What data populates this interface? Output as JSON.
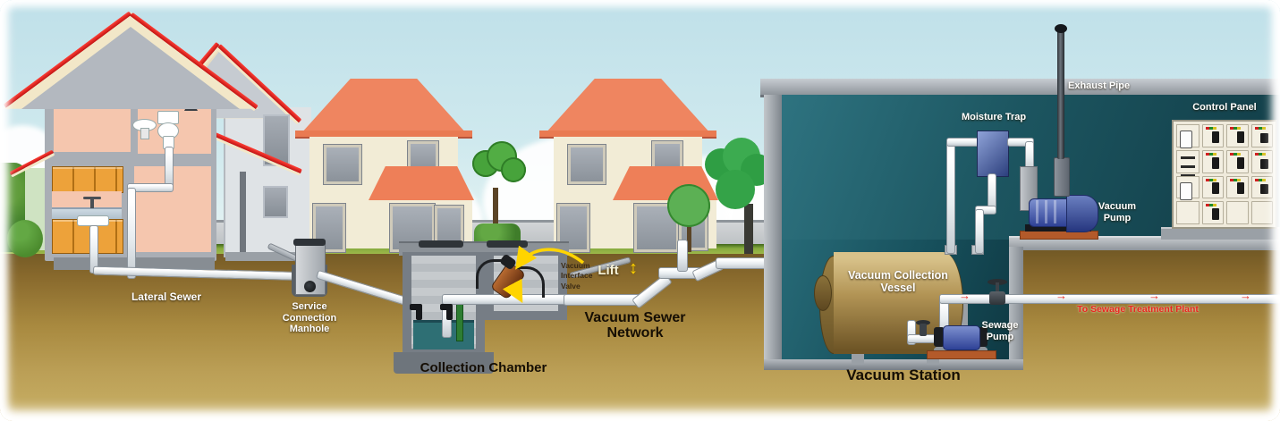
{
  "labels": {
    "lateral_sewer": "Lateral Sewer",
    "service_connection_manhole": "Service\nConnection\nManhole",
    "collection_chamber": "Collection Chamber",
    "vacuum_interface_valve": "Vacuum\nInterface\nValve",
    "lift": "Lift",
    "vacuum_sewer_network": "Vacuum Sewer\nNetwork",
    "vacuum_station": "Vacuum Station",
    "vacuum_collection_vessel": "Vacuum Collection Vessel",
    "sewage_pump": "Sewage\nPump",
    "vacuum_pump": "Vacuum\nPump",
    "moisture_trap": "Moisture Trap",
    "exhaust_pipe": "Exhaust Pipe",
    "control_panel": "Control Panel",
    "to_sewage_treatment_plant": "To Sewage Treatment Plant"
  },
  "icons": {
    "lift_arrow": "↕",
    "flow_arrow": "→"
  },
  "colors": {
    "sky": "#c7e6ec",
    "grass": "#7fa83b",
    "soil_top": "#6f5724",
    "soil_bottom": "#c9b166",
    "roof_orange": "#ef8560",
    "house_wall": "#f2ecd6",
    "station_interior": "#1f5a66",
    "concrete_gray": "#9aa0a6",
    "vessel_tan": "#ac8f4d",
    "equipment_blue": "#4a5fae",
    "pipe_white": "#ffffff",
    "label_red": "#e8251f",
    "highlight_yellow": "#ffd400",
    "label_black": "#150e04"
  }
}
